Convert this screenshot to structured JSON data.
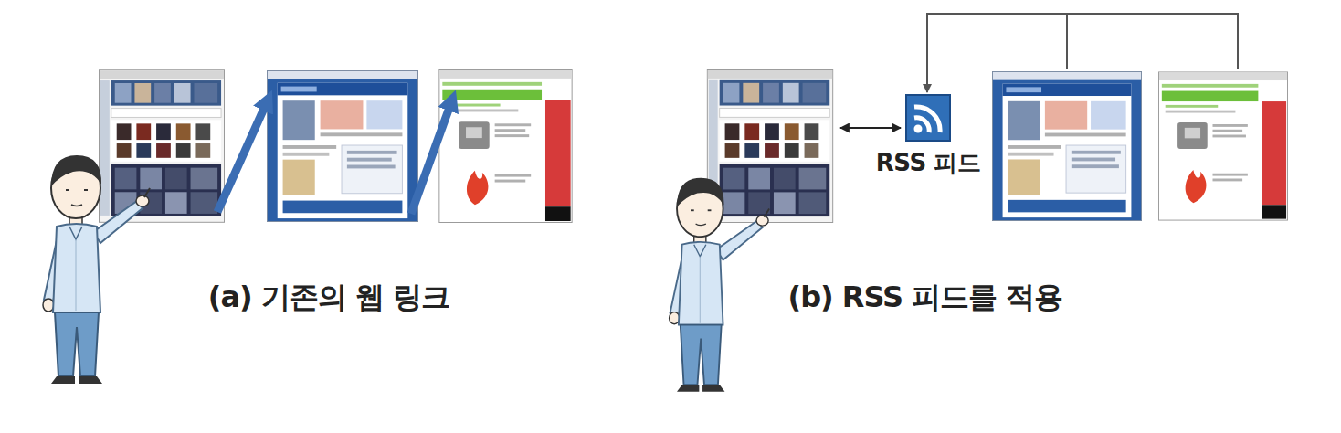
{
  "diagram": {
    "nodes": [
      {
        "text": [
          "RSS 피드"
        ]
      }
    ],
    "labels": [
      "(a) 기존의 웹 링크",
      "(b) RSS 피드를 적용"
    ]
  }
}
